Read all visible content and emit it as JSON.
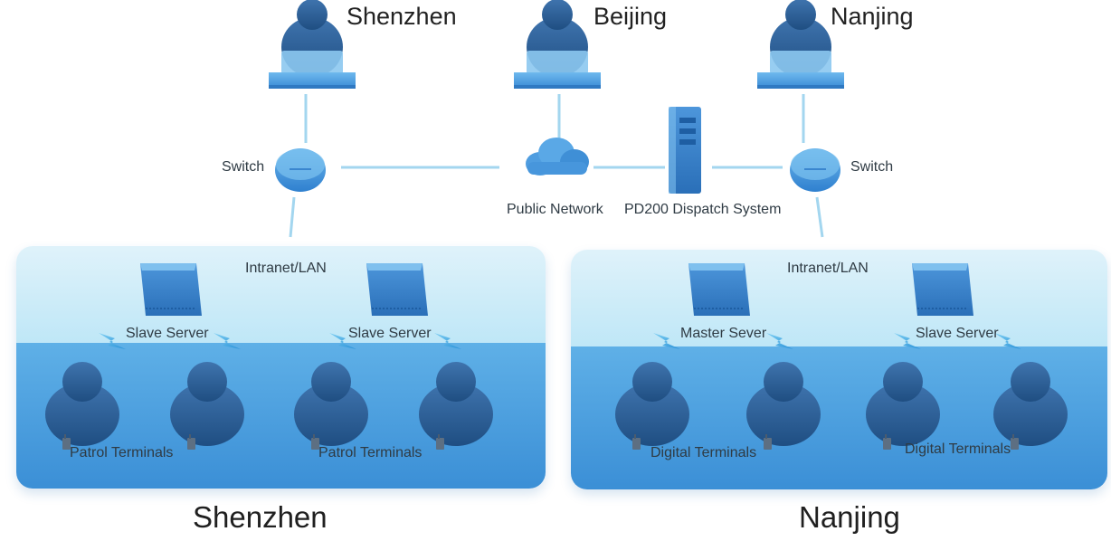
{
  "top_sites": [
    {
      "name": "Shenzhen"
    },
    {
      "name": "Beijing"
    },
    {
      "name": "Nanjing"
    }
  ],
  "core": {
    "switch_left": "Switch",
    "switch_right": "Switch",
    "public_network": "Public Network",
    "dispatch_system": "PD200 Dispatch System"
  },
  "left_panel": {
    "network": "Intranet/LAN",
    "server_a": "Slave Server",
    "server_b": "Slave Server",
    "terminals_a": "Patrol Terminals",
    "terminals_b": "Patrol Terminals",
    "city": "Shenzhen"
  },
  "right_panel": {
    "network": "Intranet/LAN",
    "server_a": "Master Sever",
    "server_b": "Slave Server",
    "terminals_a": "Digital Terminals",
    "terminals_b": "Digital Terminals",
    "city": "Nanjing"
  },
  "colors": {
    "accent": "#3d8fd8",
    "dark_person": "#2a5a8f",
    "panel_light": "#cdeefa",
    "line": "#9fd4ee"
  }
}
